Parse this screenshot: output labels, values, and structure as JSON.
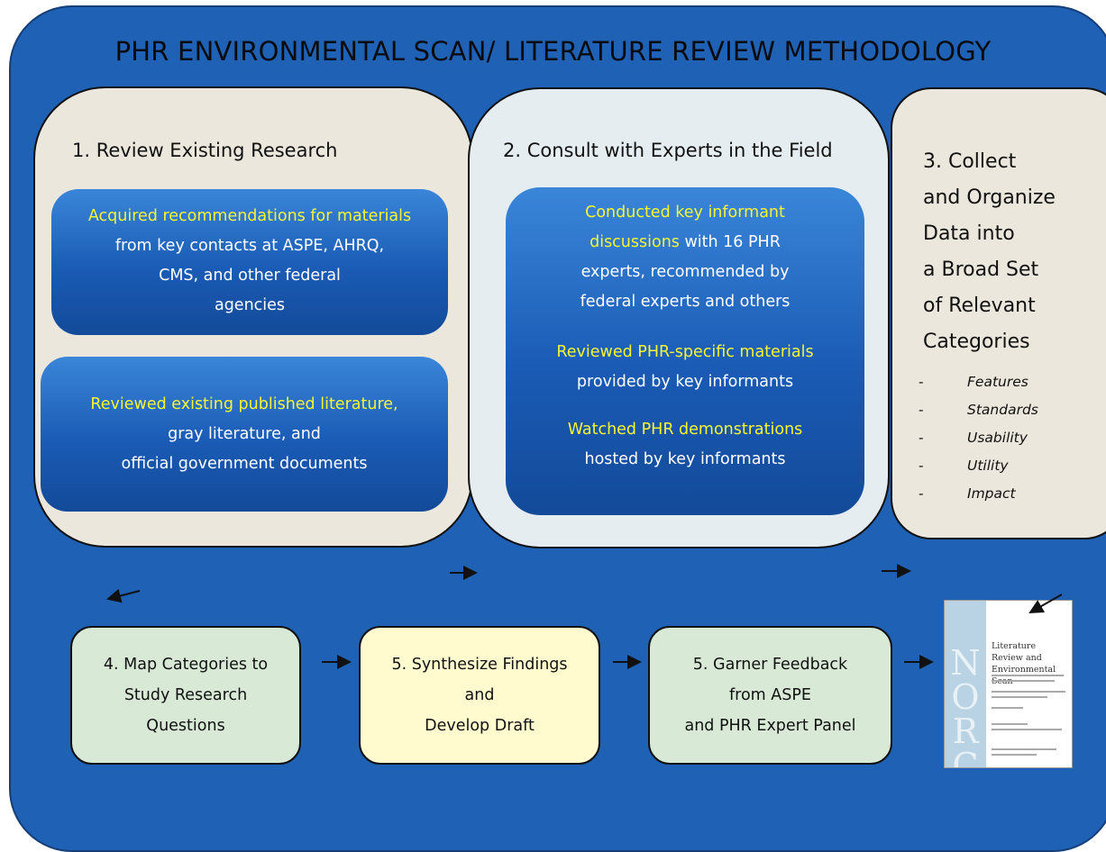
{
  "title": "PHR ENVIRONMENTAL SCAN/ LITERATURE REVIEW METHODOLOGY",
  "panel1": {
    "title": "1. Review Existing Research",
    "box1": {
      "highlight": "Acquired recommendations for materials",
      "lines": [
        "from key contacts at ASPE, AHRQ,",
        "CMS, and other federal",
        "agencies"
      ]
    },
    "box2": {
      "highlight": "Reviewed existing published literature,",
      "lines": [
        "gray literature, and",
        "official government documents"
      ]
    }
  },
  "panel2": {
    "title": "2. Consult with Experts in the Field",
    "item1": {
      "highlight1": "Conducted key informant",
      "highlight2": "discussions",
      "rest2": " with 16 PHR",
      "lines": [
        "experts, recommended by",
        "federal experts and others"
      ]
    },
    "item2": {
      "highlight": "Reviewed PHR-specific materials",
      "line": "provided by key informants"
    },
    "item3": {
      "highlight": "Watched PHR demonstrations",
      "line": "hosted by key informants"
    }
  },
  "panel3": {
    "lines": [
      "3. Collect",
      "and Organize",
      "Data into",
      "a Broad Set",
      "of Relevant",
      "Categories"
    ],
    "dash": "-",
    "categories": [
      "Features",
      "Standards",
      "Usability",
      "Utility",
      "Impact"
    ]
  },
  "steps": [
    {
      "lines": [
        "4. Map Categories to",
        "Study Research",
        "Questions"
      ],
      "color": "#d8e9d6"
    },
    {
      "lines": [
        "5. Synthesize Findings",
        "and",
        "Develop Draft"
      ],
      "color": "#fffbcf"
    },
    {
      "lines": [
        "5. Garner Feedback",
        "from ASPE",
        "and PHR Expert Panel"
      ],
      "color": "#d8e9d6"
    }
  ],
  "document": {
    "cover_title": [
      "Literature Review and",
      "Environmental Scan"
    ],
    "logo": "NORC"
  },
  "colors": {
    "frame": "#1f61b5",
    "highlight": "#f6f535",
    "beige": "#ece7dc"
  }
}
